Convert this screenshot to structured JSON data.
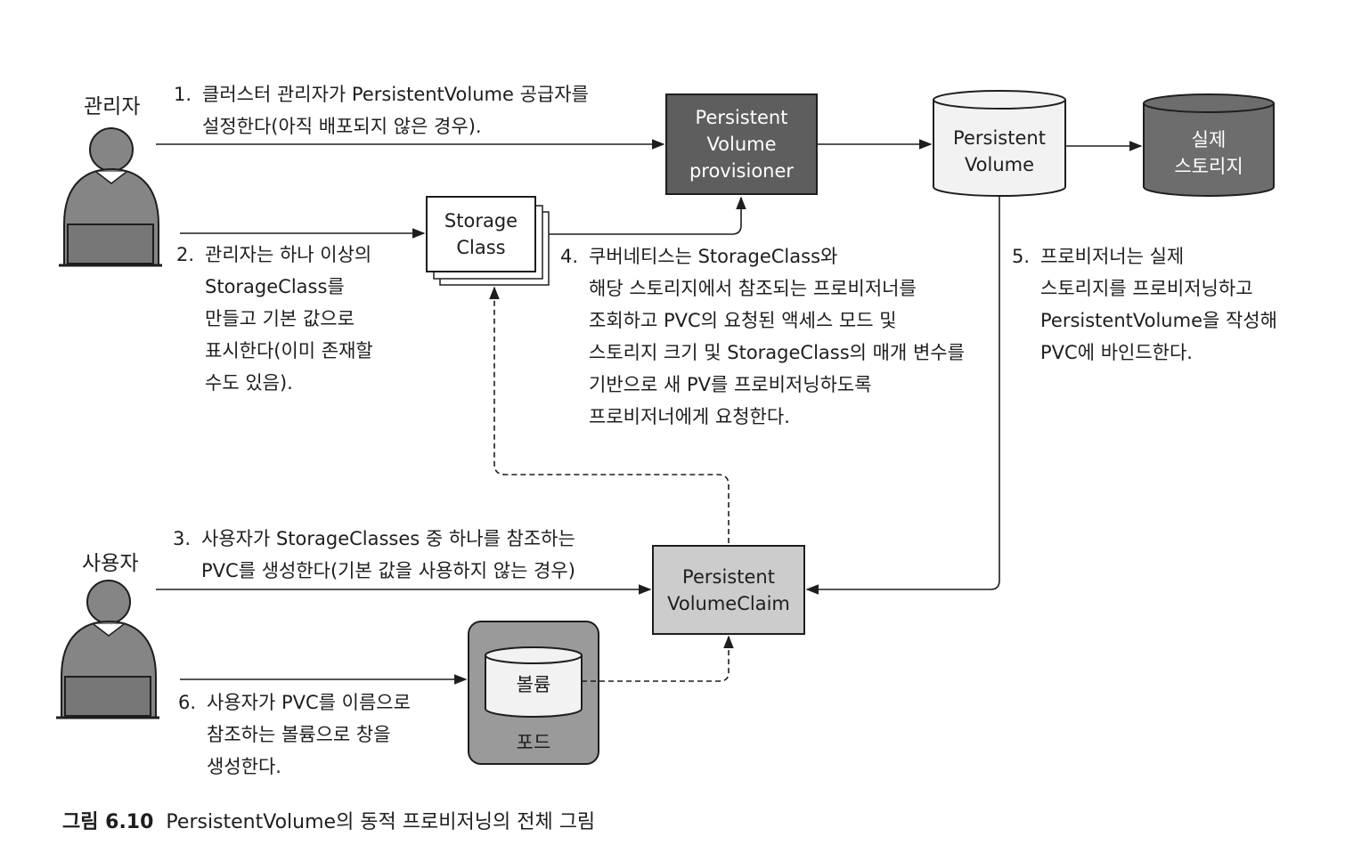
{
  "roles": {
    "admin": "관리자",
    "user": "사용자"
  },
  "nodes": {
    "provisioner": [
      "Persistent",
      "Volume",
      "provisioner"
    ],
    "storage_class": [
      "Storage",
      "Class"
    ],
    "persistent_volume": [
      "Persistent",
      "Volume"
    ],
    "actual_storage": [
      "실제",
      "스토리지"
    ],
    "pvc": [
      "Persistent",
      "VolumeClaim"
    ],
    "volume": "볼륨",
    "pod": "포드"
  },
  "steps": {
    "s1": {
      "num": "1.",
      "lines": [
        "클러스터 관리자가 PersistentVolume 공급자를",
        "설정한다(아직 배포되지 않은 경우)."
      ]
    },
    "s2": {
      "num": "2.",
      "lines": [
        "관리자는 하나 이상의",
        "StorageClass를",
        "만들고 기본 값으로",
        "표시한다(이미 존재할",
        "수도 있음)."
      ]
    },
    "s3": {
      "num": "3.",
      "lines": [
        "사용자가 StorageClasses 중 하나를 참조하는",
        "PVC를 생성한다(기본 값을 사용하지 않는 경우)"
      ]
    },
    "s4": {
      "num": "4.",
      "lines": [
        "쿠버네티스는 StorageClass와",
        "해당 스토리지에서 참조되는 프로비저너를",
        "조회하고 PVC의 요청된 액세스 모드 및",
        "스토리지 크기 및 StorageClass의 매개 변수를",
        "기반으로 새 PV를 프로비저닝하도록",
        "프로비저너에게 요청한다."
      ]
    },
    "s5": {
      "num": "5.",
      "lines": [
        "프로비저너는 실제",
        "스토리지를 프로비저닝하고",
        "PersistentVolume을 작성해",
        "PVC에 바인드한다."
      ]
    },
    "s6": {
      "num": "6.",
      "lines": [
        "사용자가 PVC를 이름으로",
        "참조하는 볼륨으로 창을",
        "생성한다."
      ]
    }
  },
  "caption": {
    "label": "그림 6.10",
    "text": "PersistentVolume의 동적 프로비저닝의 전체 그림"
  },
  "colors": {
    "provisioner_fill": "#5e5e5e",
    "actual_storage_fill": "#6d6d6d",
    "pv_fill": "#f2f2f2",
    "pvc_fill": "#cccccc",
    "pod_fill": "#9a9a9a",
    "person_fill": "#858585",
    "line": "#1e1e1e"
  },
  "icons": [
    "person-icon",
    "laptop-icon",
    "cylinder-icon",
    "arrow-icon"
  ]
}
